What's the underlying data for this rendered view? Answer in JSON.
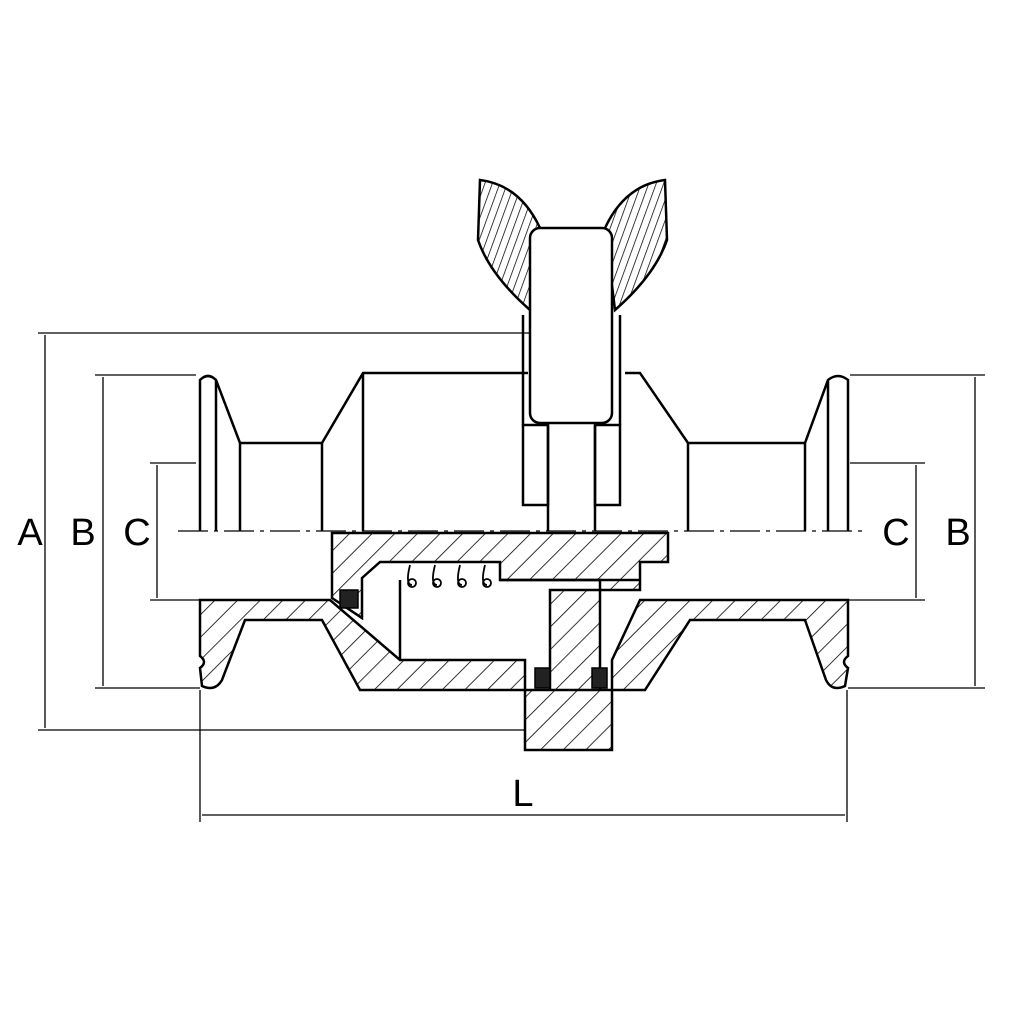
{
  "dimensions": {
    "A": "A",
    "B_left": "B",
    "C_left": "C",
    "C_right": "C",
    "B_right": "B",
    "L": "L"
  },
  "colors": {
    "line": "#000000",
    "background": "#ffffff"
  }
}
